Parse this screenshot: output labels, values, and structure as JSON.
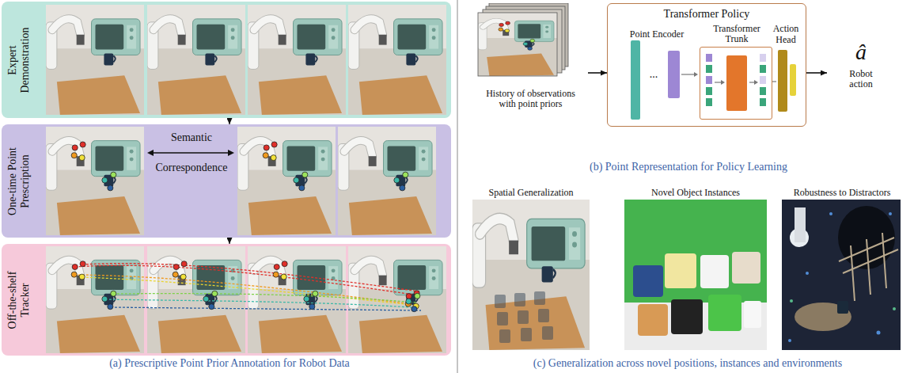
{
  "diagram": {
    "nodes": [
      {
        "text": [
          "Expert Demonstration"
        ]
      },
      {
        "text": [
          "One-time Point Prescription"
        ]
      },
      {
        "text": [
          "Off-the-shelf Tracker"
        ]
      },
      {
        "text": [
          "History of observations with point priors"
        ]
      },
      {
        "text": [
          "Transformer Policy"
        ]
      },
      {
        "text": [
          "Transformer Trunk"
        ],
        "in": 4
      },
      {
        "text": [
          "â",
          "Robot action"
        ]
      }
    ],
    "edges": [
      {
        "from": 0,
        "to": 1,
        "arrow": "to"
      },
      {
        "from": 1,
        "to": 2,
        "arrow": "to"
      },
      {
        "from": 3,
        "to": 4,
        "arrow": "to"
      },
      {
        "from": 4,
        "to": 6,
        "arrow": "to"
      }
    ],
    "labels": [
      "Semantic Correspondence",
      "Point Encoder",
      "...",
      "Action Head",
      "(a) Prescriptive Point Prior Annotation for Robot Data",
      "(b) Point Representation for Policy Learning",
      "Spatial Generalization",
      "Novel Object Instances",
      "Robustness to Distractors",
      "(c) Generalization across novel positions, instances and environments"
    ]
  }
}
